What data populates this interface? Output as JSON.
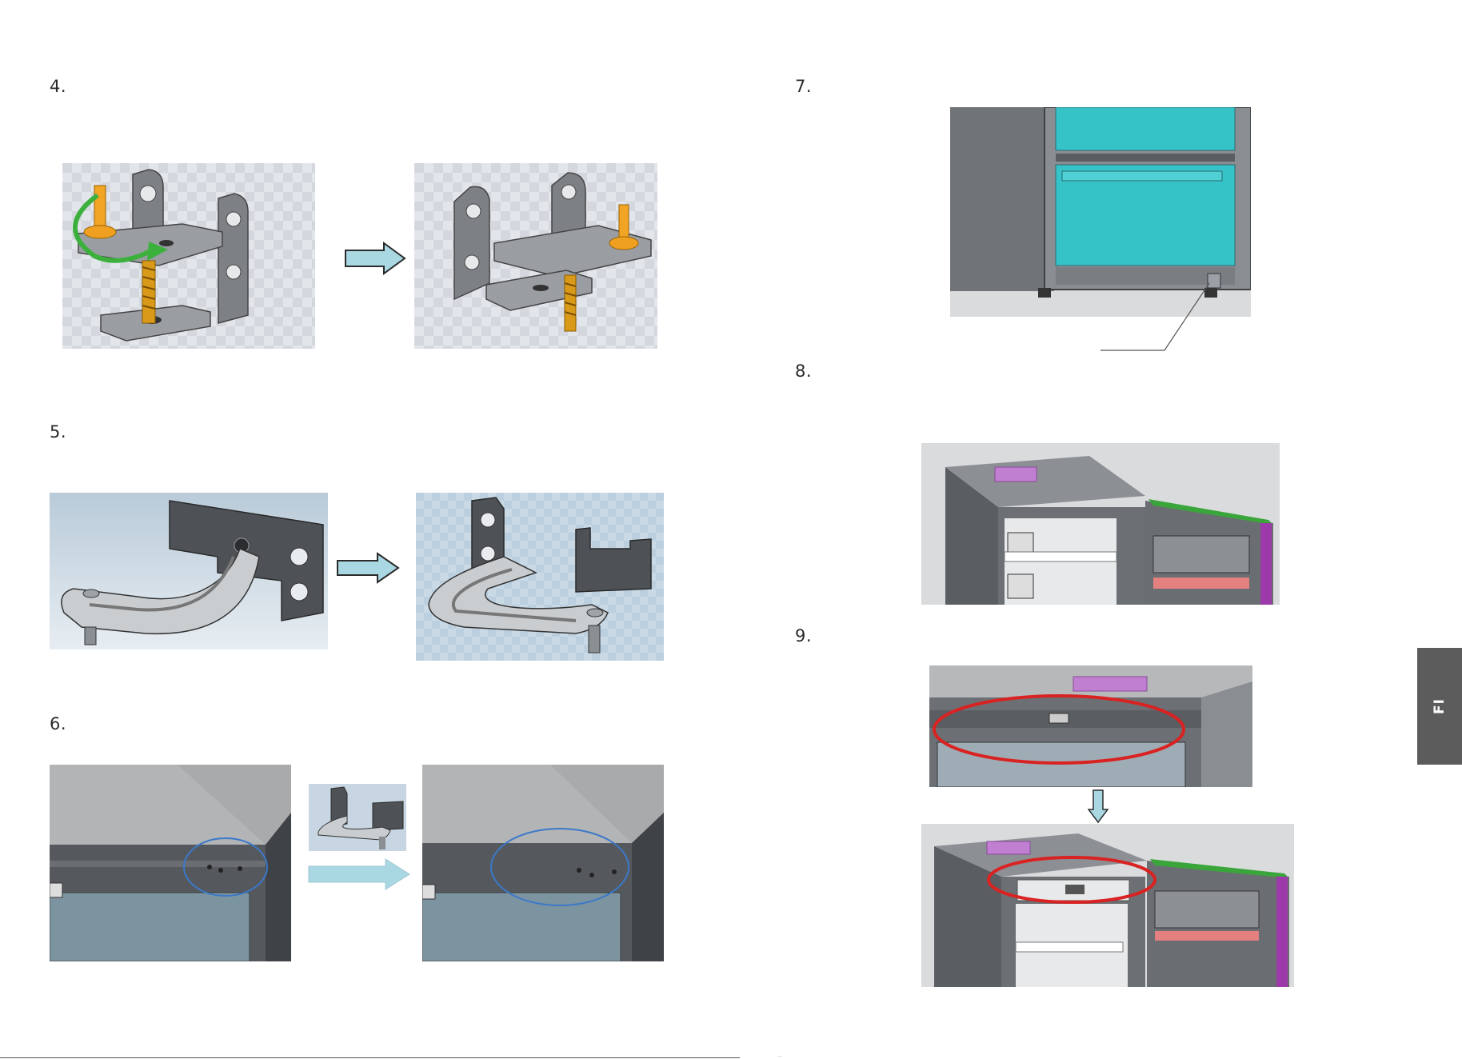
{
  "steps": {
    "s4": "4.",
    "s5": "5.",
    "s6": "6.",
    "s7": "7.",
    "s8": "8.",
    "s9": "9."
  },
  "side_tab": {
    "label": "FI"
  },
  "footer": {
    "page_mark": "..."
  },
  "colors": {
    "arrow_fill": "#a9d7e2",
    "arrow_stroke": "#2b2b2b",
    "rotate_arrow": "#3cb03c",
    "highlight_blue": "#3b79c9",
    "highlight_red": "#d92222",
    "screw": "#f0a020",
    "metal": "#8a8d90",
    "drawer": "#35c3c8",
    "seal_green": "#3aa53a",
    "seal_purple": "#9b3aa8"
  }
}
